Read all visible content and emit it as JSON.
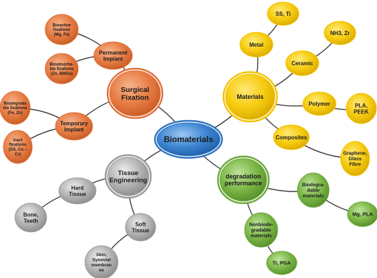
{
  "colors": {
    "blue": "#2f74c0",
    "orange": "#e0703a",
    "yellow": "#f2c200",
    "green": "#6da83a",
    "gray": "#9a9a9a",
    "link": "#3a3a3a"
  },
  "nodes": [
    {
      "id": "center",
      "lines": [
        "Biomaterials"
      ],
      "color": "blue"
    },
    {
      "id": "surgical",
      "lines": [
        "Surgical",
        "Fixation"
      ],
      "color": "orange"
    },
    {
      "id": "permanent",
      "lines": [
        "Permanent",
        "Implant"
      ],
      "color": "orange"
    },
    {
      "id": "bioactive",
      "lines": [
        "Bioactive",
        "fixations",
        "(Mg, Fe)"
      ],
      "color": "orange"
    },
    {
      "id": "bioabsorbable",
      "lines": [
        "Bioabsorba-",
        "ble fixations",
        "(Zn, BMGs)"
      ],
      "color": "orange"
    },
    {
      "id": "temporary",
      "lines": [
        "Temporary",
        "Implant"
      ],
      "color": "orange"
    },
    {
      "id": "biodegradable-fix",
      "lines": [
        "Biodegrada",
        "ble fixations",
        "(Fe, Zn)"
      ],
      "color": "orange"
    },
    {
      "id": "inert",
      "lines": [
        "Inert",
        "fixations",
        "(SS, Co –",
        "Cr)"
      ],
      "color": "orange"
    },
    {
      "id": "materials",
      "lines": [
        "Materials"
      ],
      "color": "yellow"
    },
    {
      "id": "metal",
      "lines": [
        "Metal"
      ],
      "color": "yellow"
    },
    {
      "id": "ss-ti",
      "lines": [
        "SS, Ti"
      ],
      "color": "yellow"
    },
    {
      "id": "ceramic",
      "lines": [
        "Ceramic"
      ],
      "color": "yellow"
    },
    {
      "id": "nh3-zr",
      "lines": [
        "NH3, Zr"
      ],
      "color": "yellow"
    },
    {
      "id": "polymer",
      "lines": [
        "Polymer"
      ],
      "color": "yellow"
    },
    {
      "id": "pla-peek",
      "lines": [
        "PLA,",
        "PEEK"
      ],
      "color": "yellow"
    },
    {
      "id": "composites",
      "lines": [
        "Composites"
      ],
      "color": "yellow"
    },
    {
      "id": "graphene",
      "lines": [
        "Graphene,",
        "Glass",
        "Fibre"
      ],
      "color": "yellow"
    },
    {
      "id": "degradation",
      "lines": [
        "degradation",
        "performance"
      ],
      "color": "green"
    },
    {
      "id": "biodegradable-mat",
      "lines": [
        "Biodegra-",
        "dable",
        "materials"
      ],
      "color": "green"
    },
    {
      "id": "mg-pla",
      "lines": [
        "Mg, PLA"
      ],
      "color": "green"
    },
    {
      "id": "nonbiodegradable",
      "lines": [
        "Nonbiode-",
        "gradable",
        "materials"
      ],
      "color": "green"
    },
    {
      "id": "ti-pga",
      "lines": [
        "Ti, PGA"
      ],
      "color": "green"
    },
    {
      "id": "tissue",
      "lines": [
        "Tissue",
        "Engineering"
      ],
      "color": "gray"
    },
    {
      "id": "hard",
      "lines": [
        "Hard",
        "Tissue"
      ],
      "color": "gray"
    },
    {
      "id": "bone",
      "lines": [
        "Bone,",
        "Teeth"
      ],
      "color": "gray"
    },
    {
      "id": "soft",
      "lines": [
        "Soft",
        "Tissue"
      ],
      "color": "gray"
    },
    {
      "id": "skin",
      "lines": [
        "Skin,",
        "Synovial",
        "membran",
        "es"
      ],
      "color": "gray"
    }
  ],
  "links": [
    [
      "center",
      "surgical"
    ],
    [
      "center",
      "materials"
    ],
    [
      "center",
      "degradation"
    ],
    [
      "center",
      "tissue"
    ],
    [
      "surgical",
      "permanent"
    ],
    [
      "permanent",
      "bioactive"
    ],
    [
      "permanent",
      "bioabsorbable"
    ],
    [
      "surgical",
      "temporary"
    ],
    [
      "temporary",
      "biodegradable-fix"
    ],
    [
      "temporary",
      "inert"
    ],
    [
      "materials",
      "metal"
    ],
    [
      "metal",
      "ss-ti"
    ],
    [
      "materials",
      "ceramic"
    ],
    [
      "ceramic",
      "nh3-zr"
    ],
    [
      "materials",
      "polymer"
    ],
    [
      "polymer",
      "pla-peek"
    ],
    [
      "materials",
      "composites"
    ],
    [
      "composites",
      "graphene"
    ],
    [
      "degradation",
      "biodegradable-mat"
    ],
    [
      "biodegradable-mat",
      "mg-pla"
    ],
    [
      "degradation",
      "nonbiodegradable"
    ],
    [
      "nonbiodegradable",
      "ti-pga"
    ],
    [
      "tissue",
      "hard"
    ],
    [
      "hard",
      "bone"
    ],
    [
      "tissue",
      "soft"
    ],
    [
      "soft",
      "skin"
    ]
  ]
}
